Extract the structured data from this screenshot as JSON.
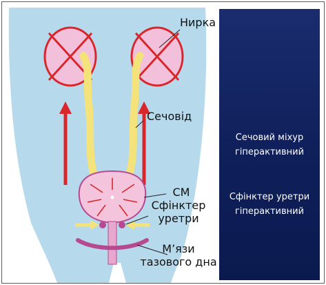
{
  "labels": {
    "kidney": "Нирка",
    "ureter": "Сечовід",
    "cm": "CM",
    "sphincter_line1": "Сфінктер",
    "sphincter_line2": "уретри",
    "pelvic_line1": "М’язи",
    "pelvic_line2": "тазового дна"
  },
  "side_panel": {
    "bladder_line1": "Сечовий міхур",
    "bladder_line2": "гіперактивний",
    "sphincter_line1": "Сфінктер уретри",
    "sphincter_line2": "гіперактивний"
  },
  "colors": {
    "body": "#b7d9ec",
    "kidney": "#f2c0da",
    "ureter": "#f4e27a",
    "cross": "#d8262b",
    "arrow_up": "#d8262b",
    "bladder": "#f4c3dc",
    "muscle": "#b54a90",
    "side_panel": "#13236a"
  }
}
